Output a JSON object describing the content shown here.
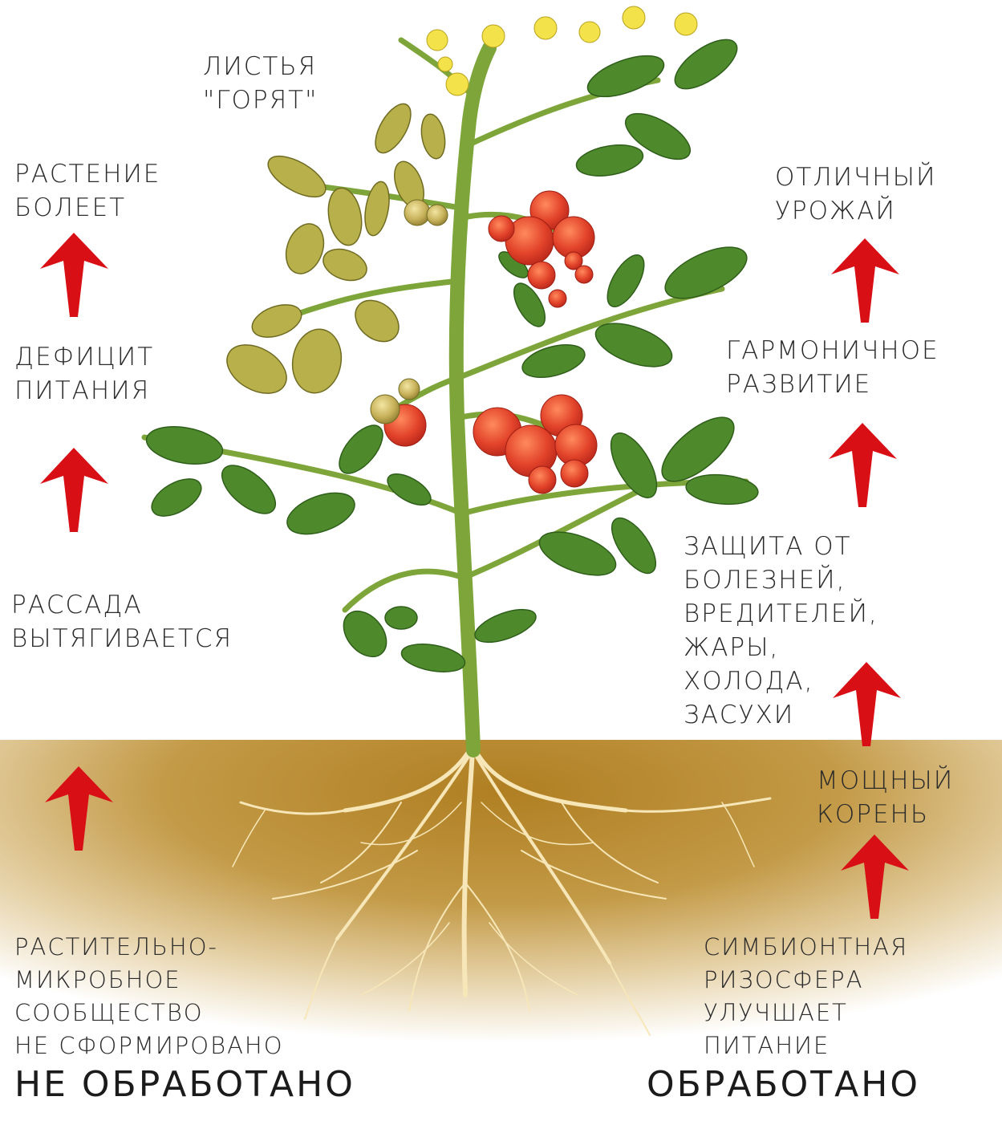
{
  "left": {
    "heading": "НЕ ОБРАБОТАНО",
    "labels": [
      {
        "text": "ЛИСТЬЯ\n\"ГОРЯТ\""
      },
      {
        "text": "РАСТЕНИЕ\nБОЛЕЕТ"
      },
      {
        "text": "ДЕФИЦИТ\nПИТАНИЯ"
      },
      {
        "text": "РАССАДА\nВЫТЯГИВАЕТСЯ"
      },
      {
        "text": "РАСТИТЕЛЬНО-\nМИКРОБНОЕ\nСООБЩЕСТВО\nНЕ СФОРМИРОВАНО"
      }
    ]
  },
  "right": {
    "heading": "ОБРАБОТАНО",
    "labels": [
      {
        "text": "ОТЛИЧНЫЙ\nУРОЖАЙ"
      },
      {
        "text": "ГАРМОНИЧНОЕ\nРАЗВИТИЕ"
      },
      {
        "text": "ЗАЩИТА ОТ\nБОЛЕЗНЕЙ,\nВРЕДИТЕЛЕЙ,\nЖАРЫ,\nХОЛОДА,\nЗАСУХИ"
      },
      {
        "text": "МОЩНЫЙ\nКОРЕНЬ"
      },
      {
        "text": "СИМБИОНТНАЯ\nРИЗОСФЕРА\nУЛУЧШАЕТ\nПИТАНИЕ"
      }
    ]
  },
  "colors": {
    "arrow": "#d90f16",
    "soil": "#b98c2e",
    "stem": "#7ea53a",
    "leaf_healthy": "#4e8a2c",
    "leaf_sick": "#b8b04a",
    "tomato": "#e2432a",
    "flower": "#f3e24a",
    "root": "#f7e7b8"
  },
  "icons": {
    "arrow": "red-up-arrow-icon"
  }
}
